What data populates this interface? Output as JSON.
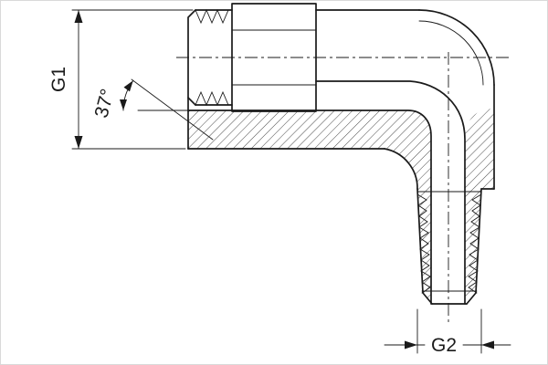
{
  "diagram": {
    "type": "technical-drawing",
    "subject": "90-degree elbow adapter fitting, sectioned view",
    "labels": {
      "g1": "G1",
      "g2": "G2",
      "angle": "37°"
    },
    "colors": {
      "line": "#1a1a1a",
      "background": "#ffffff"
    }
  }
}
